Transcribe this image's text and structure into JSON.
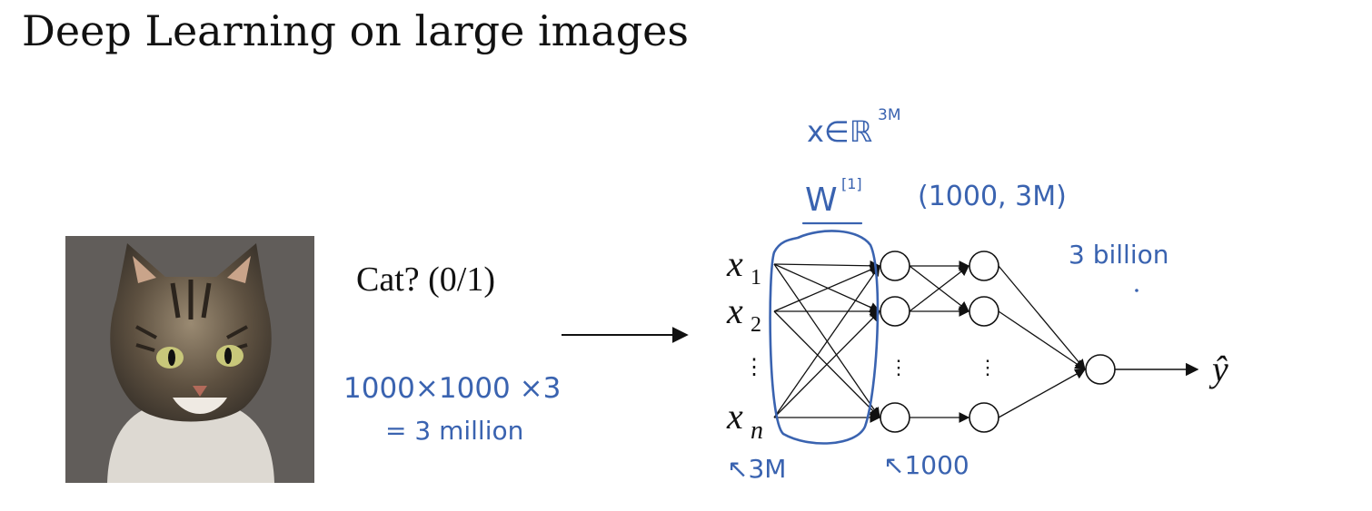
{
  "title": "Deep Learning on large images",
  "question": "Cat? (0/1)",
  "image": {
    "alt": "cat-photo"
  },
  "inputs": {
    "x1": "x",
    "x1_sub": "1",
    "x2": "x",
    "x2_sub": "2",
    "dots": "⋮",
    "xn": "x",
    "xn_sub": "n"
  },
  "output": {
    "yhat": "ŷ"
  },
  "annotations": {
    "pixels_line1": "1000×1000 ×3",
    "pixels_line2": "= 3 million",
    "x_space": "x∈ℝ",
    "x_space_sup": "3M",
    "weight": "W",
    "weight_sup": "[1]",
    "weight_shape": "(1000, 3M)",
    "weight_count": "3 billion",
    "input_count": "↖3M",
    "hidden_count": "↖1000"
  },
  "colors": {
    "ink": "#3a63b0",
    "text": "#111111",
    "background": "#ffffff"
  }
}
